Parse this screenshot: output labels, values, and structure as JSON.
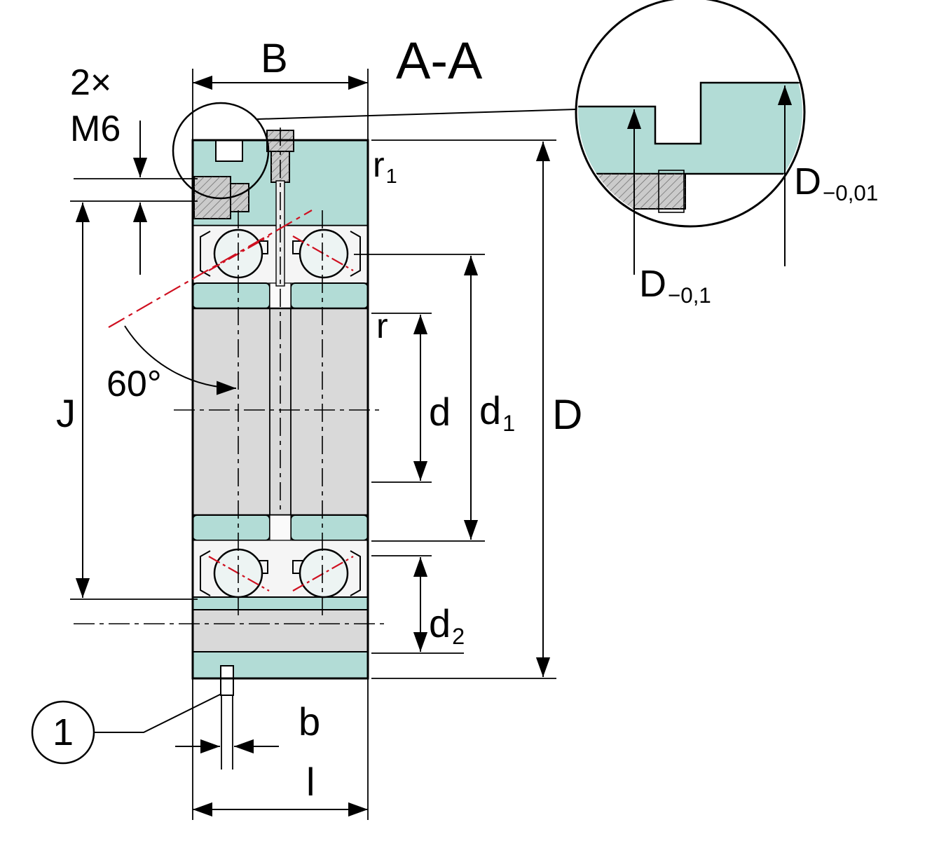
{
  "meta": {
    "section_title": "A-A"
  },
  "annotations": {
    "screw_count": "2×",
    "screw_thread": "M6",
    "contact_angle": "60°",
    "callout_1": "1"
  },
  "dimensions": {
    "width_B": "B",
    "radius_r1": {
      "base": "r",
      "sub": "1"
    },
    "radius_r": "r",
    "pitch_J": "J",
    "bore_d": "d",
    "raceway_d1": {
      "base": "d",
      "sub": "1"
    },
    "outer_D": "D",
    "shoulder_d2": {
      "base": "d",
      "sub": "2"
    },
    "slot_b": "b",
    "length_l": "l",
    "tol_D_precise": {
      "base": "D",
      "sub": "−0,01"
    },
    "tol_D_coarse": {
      "base": "D",
      "sub": "−0,1"
    }
  },
  "colors": {
    "ring_fill": "#b2dcd6",
    "steel_fill": "#d9d9d9",
    "cavity_fill": "#f5f5f5",
    "screw_fill": "#cbcbcb",
    "channel_fill": "#ececec",
    "ball_fill": "#edf4f3",
    "centerline_red": "#cf1020",
    "line_black": "#000000",
    "background": "#ffffff"
  }
}
